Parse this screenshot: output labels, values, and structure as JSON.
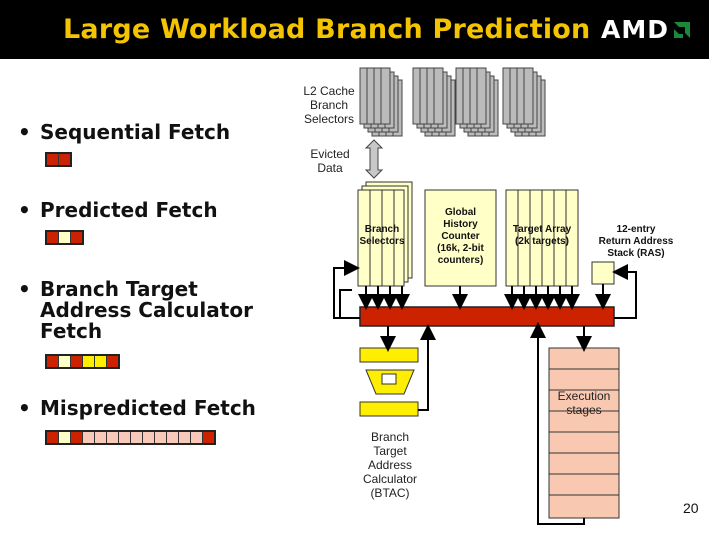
{
  "slide": {
    "title": "Large Workload Branch Prediction",
    "logo_text": "AMD",
    "page_number": "20"
  },
  "bullets": [
    {
      "text": "Sequential Fetch",
      "cells": [
        "red",
        "red"
      ]
    },
    {
      "text": "Predicted Fetch",
      "cells": [
        "red",
        "cream",
        "red"
      ]
    },
    {
      "text": "Branch Target\nAddress Calculator\nFetch",
      "cells": [
        "red",
        "cream",
        "red",
        "yellow",
        "yellow",
        "red"
      ]
    },
    {
      "text": "Mispredicted Fetch",
      "cells": [
        "red",
        "cream",
        "red",
        "pink",
        "pink",
        "pink",
        "pink",
        "pink",
        "pink",
        "pink",
        "pink",
        "pink",
        "pink",
        "red"
      ]
    }
  ],
  "bullet_glyph": "•",
  "diagram": {
    "l2_label": "L2 Cache\nBranch\nSelectors",
    "evicted_label": "Evicted\nData",
    "branch_selectors": "Branch\nSelectors",
    "global_history": "Global\nHistory\nCounter\n(16k, 2-bit\ncounters)",
    "target_array": "Target Array\n(2k targets)",
    "ras_label": "12-entry\nReturn Address\nStack (RAS)",
    "execution_label": "Execution\nstages",
    "btac_label": "Branch\nTarget\nAddress\nCalculator\n(BTAC)"
  },
  "colors": {
    "title": "#f5c400",
    "red": "#cc2200",
    "cream": "#ffffc8",
    "yellow": "#ffee00",
    "pink": "#f8c8b8",
    "exec_fill": "#f8c8b0"
  }
}
